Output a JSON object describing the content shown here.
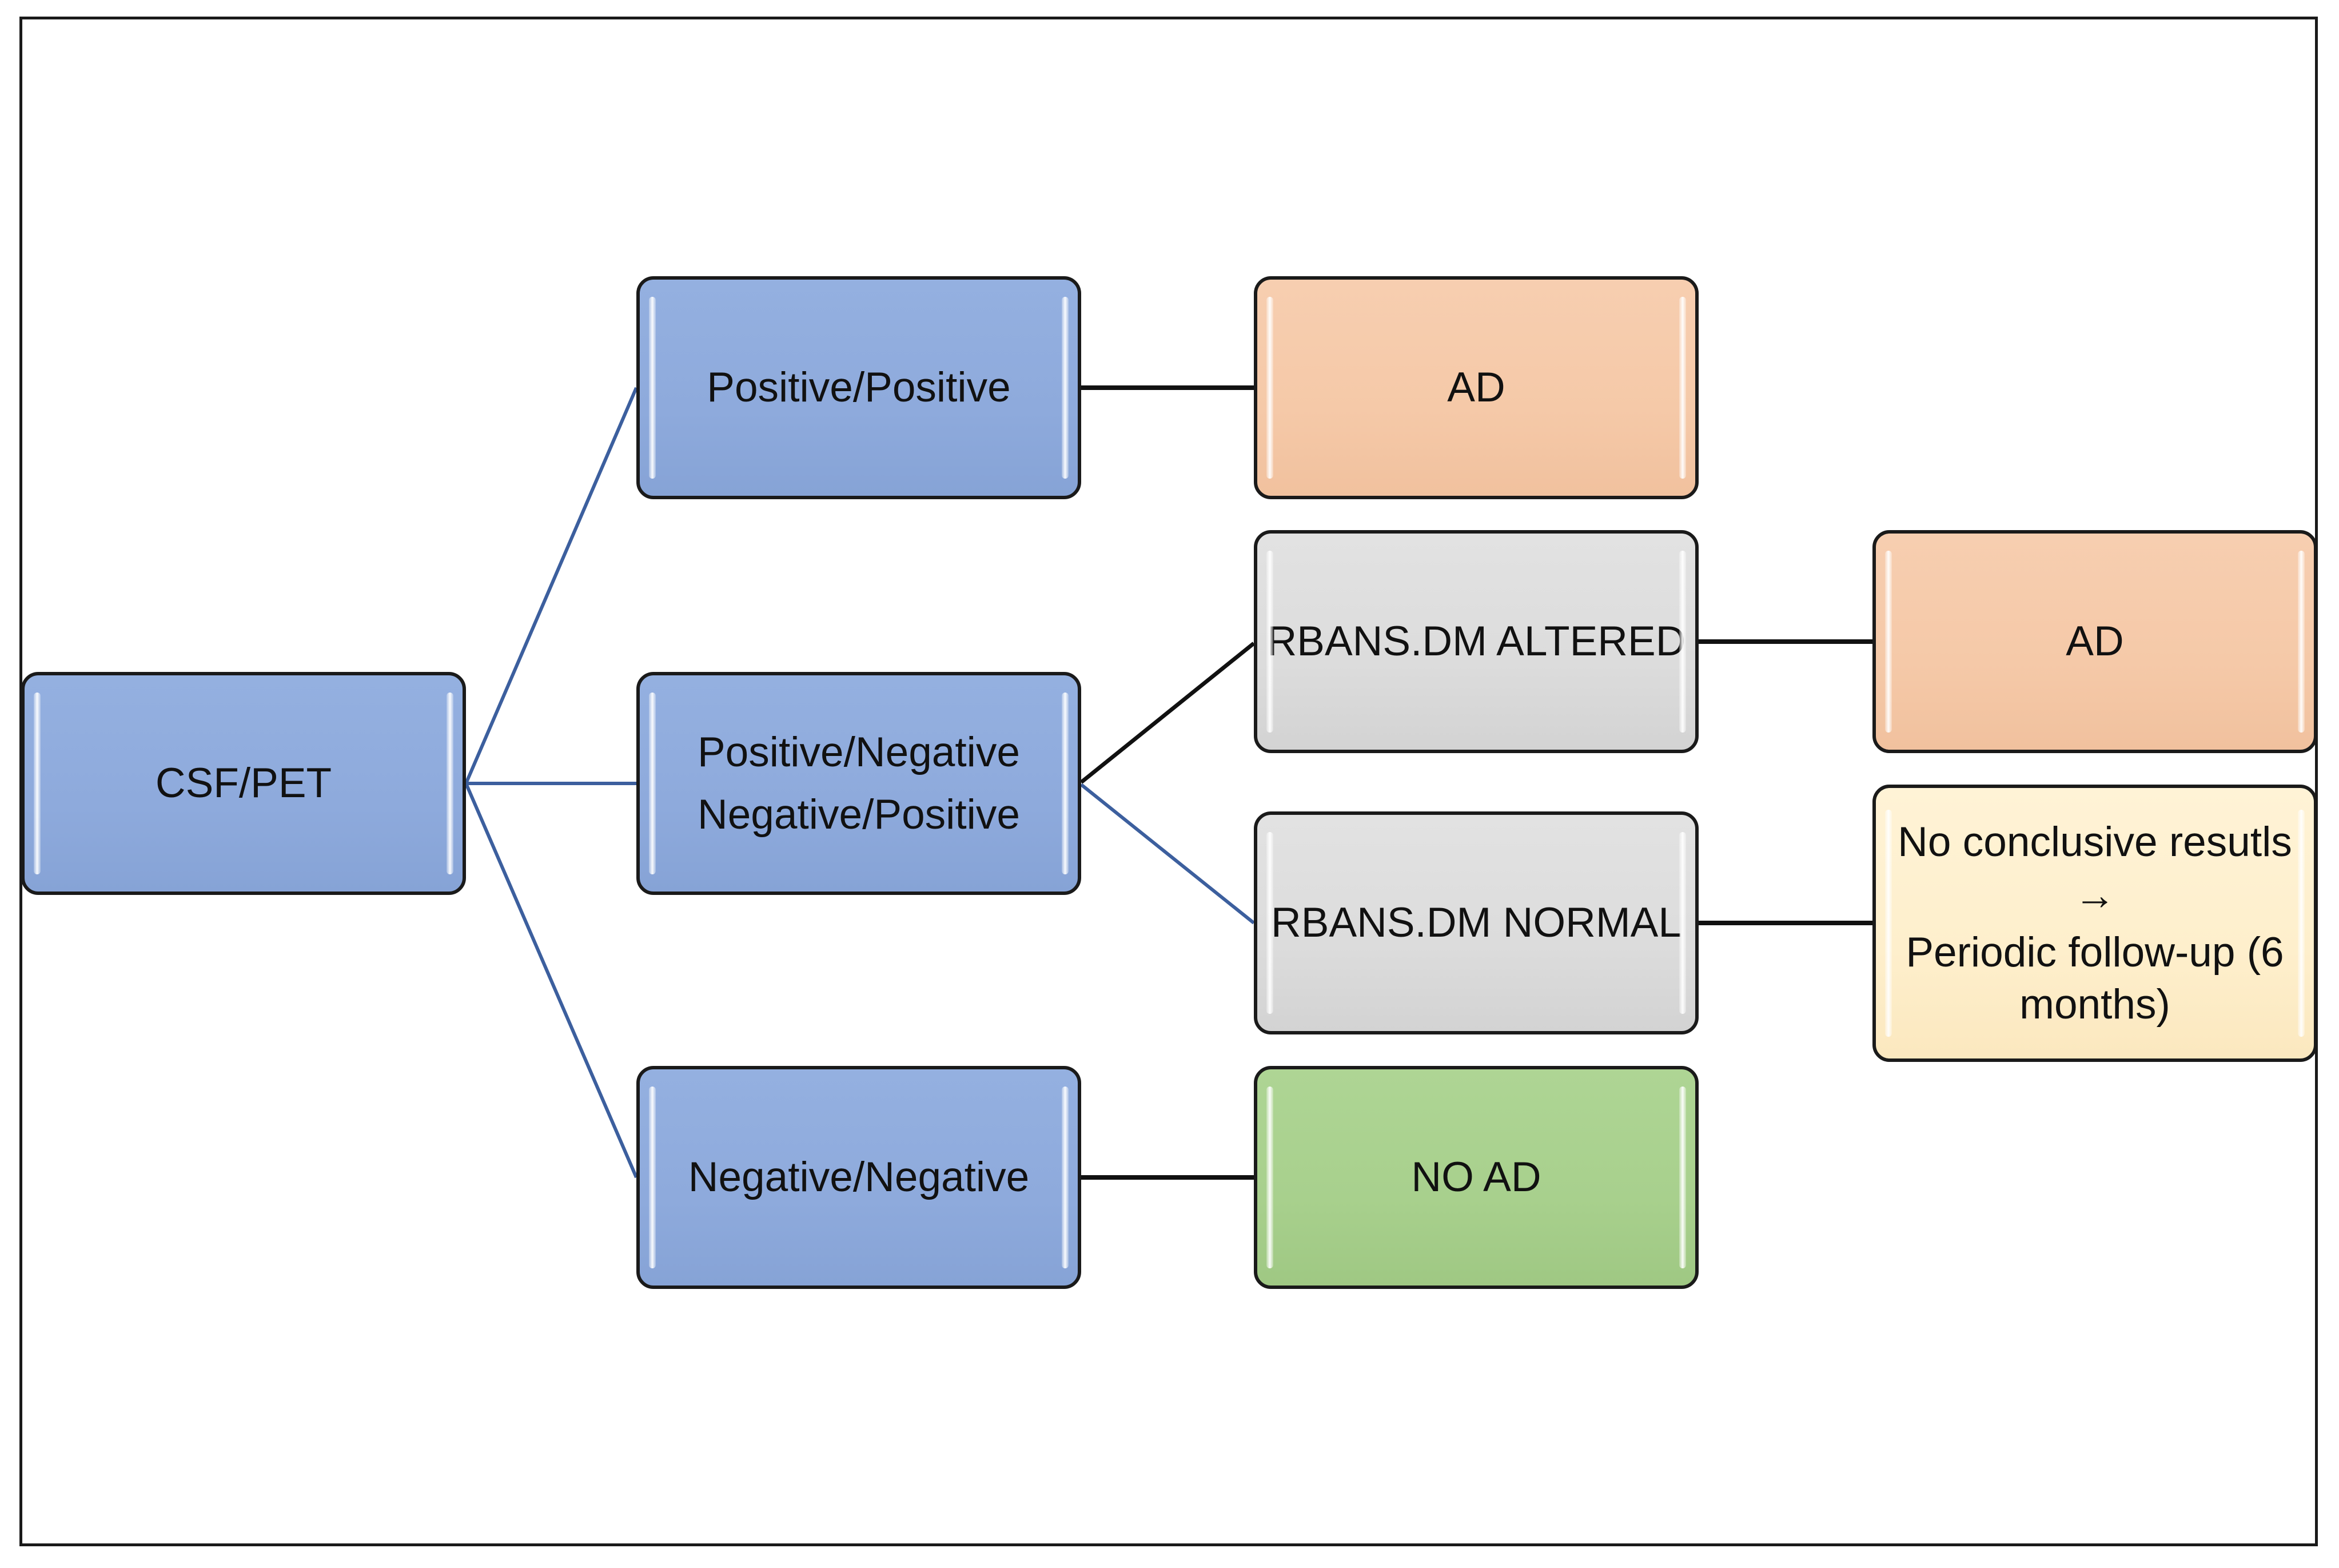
{
  "colors": {
    "root": "#8eaadc",
    "ad": "#f5c9a8",
    "rbans": "#dcdcdc",
    "no_ad": "#a8d08d",
    "follow_up": "#feefcc",
    "connector_blue": "#3c5f9e",
    "connector_black": "#111111"
  },
  "nodes": {
    "root": {
      "label": "CSF/PET"
    },
    "positive_positive": {
      "label": "Positive/Positive"
    },
    "mixed": {
      "line1": "Positive/Negative",
      "line2": "Negative/Positive"
    },
    "negative_negative": {
      "label": "Negative/Negative"
    },
    "ad_outcome_1": {
      "label": "AD"
    },
    "rbans_altered": {
      "label": "RBANS.DM ALTERED"
    },
    "rbans_normal": {
      "label": "RBANS.DM NORMAL"
    },
    "no_ad_outcome": {
      "label": "NO AD"
    },
    "ad_outcome_2": {
      "label": "AD"
    },
    "inconclusive": {
      "line1": "No conclusive resutls",
      "arrow": "→",
      "line2": "Periodic follow-up (6 months)"
    }
  }
}
